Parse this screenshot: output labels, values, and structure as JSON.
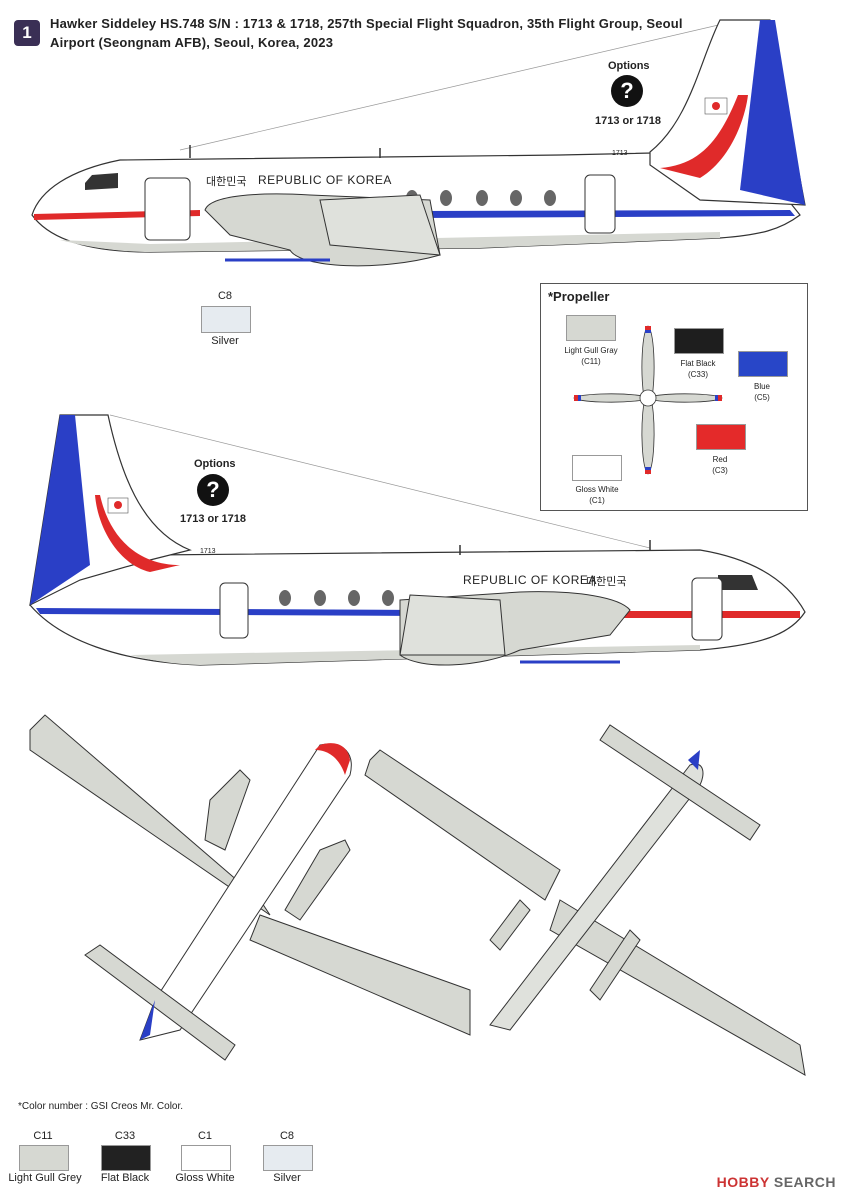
{
  "header": {
    "badge": "1",
    "title": "Hawker Siddeley HS.748 S/N : 1713 & 1718, 257th Special Flight Squadron, 35th Flight Group, Seoul Airport (Seongnam AFB), Seoul, Korea, 2023"
  },
  "side_top": {
    "options_label": "Options",
    "options_symbol": "?",
    "options_values": "1713 or 1718",
    "serial": "1713",
    "korean_text": "대한민국",
    "fuselage_text": "REPUBLIC OF KOREA",
    "callout_code": "C8",
    "callout_name": "Silver"
  },
  "side_bottom": {
    "options_label": "Options",
    "options_symbol": "?",
    "options_values": "1713 or 1718",
    "serial": "1713",
    "korean_text": "대한민국",
    "fuselage_text": "REPUBLIC OF KOREA"
  },
  "propeller": {
    "title": "*Propeller",
    "labels": [
      {
        "name": "Light Gull Gray",
        "code": "(C11)",
        "color": "#d6d8d2"
      },
      {
        "name": "Flat Black",
        "code": "(C33)",
        "color": "#1e1e1e"
      },
      {
        "name": "Blue",
        "code": "(C5)",
        "color": "#2846c8"
      },
      {
        "name": "Red",
        "code": "(C3)",
        "color": "#e42a2a"
      },
      {
        "name": "Gloss White",
        "code": "(C1)",
        "color": "#ffffff"
      }
    ]
  },
  "footnote": "*Color number : GSI Creos Mr. Color.",
  "bottom_legend": [
    {
      "code": "C11",
      "name": "Light Gull Grey",
      "color": "#d6d8d2"
    },
    {
      "code": "C33",
      "name": "Flat Black",
      "color": "#222222"
    },
    {
      "code": "C1",
      "name": "Gloss White",
      "color": "#ffffff"
    },
    {
      "code": "C8",
      "name": "Silver",
      "color": "#e6ebf0"
    }
  ],
  "watermark": {
    "brand": "HOBBY",
    "suffix": "SEARCH"
  },
  "colors": {
    "blue": "#2a3fc6",
    "red": "#e02a2a",
    "grey": "#d6d8d2",
    "outline": "#333333"
  }
}
